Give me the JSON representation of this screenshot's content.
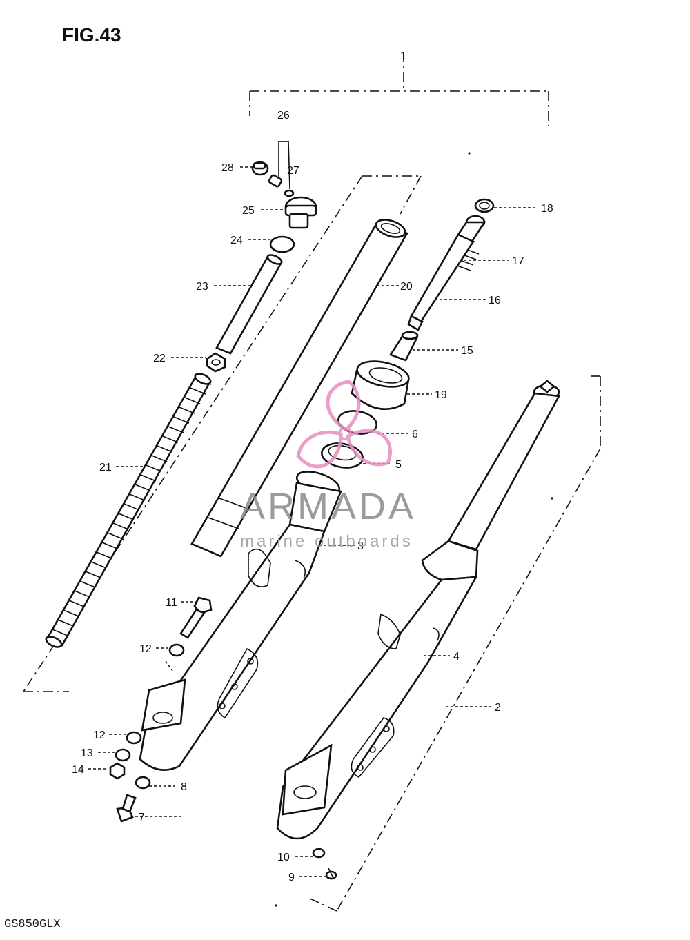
{
  "figure": {
    "title": "FIG.43",
    "model": "GS850GLX"
  },
  "watermark": {
    "brand": "ARMADA",
    "tagline": "marine outboards",
    "logo_color": "#e48fc0"
  },
  "callouts": {
    "c1": "1",
    "c2": "2",
    "c3": "3",
    "c4": "4",
    "c5": "5",
    "c6": "6",
    "c7": "7",
    "c8": "8",
    "c9": "9",
    "c10": "10",
    "c11": "11",
    "c12a": "12",
    "c12b": "12",
    "c13": "13",
    "c14": "14",
    "c15": "15",
    "c16": "16",
    "c17": "17",
    "c18": "18",
    "c19": "19",
    "c20": "20",
    "c21": "21",
    "c22": "22",
    "c23": "23",
    "c24": "24",
    "c25": "25",
    "c26": "26",
    "c27": "27",
    "c28": "28"
  }
}
